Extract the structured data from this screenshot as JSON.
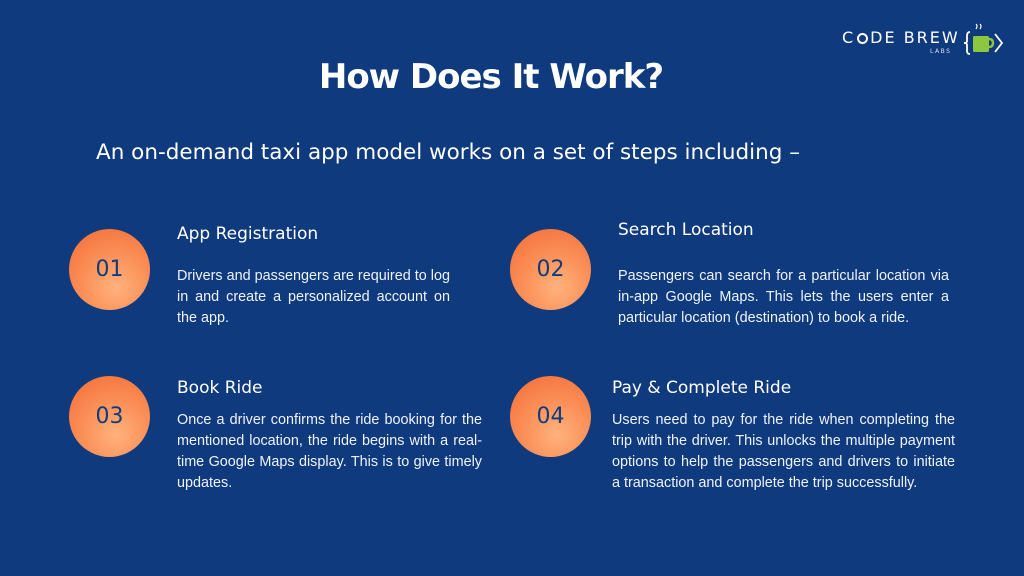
{
  "logo": {
    "brand_prefix": "C",
    "brand_rest": "DE BREW",
    "sub": "LABS"
  },
  "heading": "How Does It Work?",
  "subtitle": "An on-demand taxi app model works on a set of steps including –",
  "steps": [
    {
      "number": "01",
      "title": "App Registration",
      "description": "Drivers and passengers are required to log in and create a personalized account on the app."
    },
    {
      "number": "02",
      "title": "Search Location",
      "description": "Passengers can search for a particular location via in-app Google Maps. This lets the users enter a particular location (destination) to book a ride."
    },
    {
      "number": "03",
      "title": "Book Ride",
      "description": "Once a driver confirms the ride booking for the mentioned location, the ride begins with a real-time Google Maps display. This is to give timely updates."
    },
    {
      "number": "04",
      "title": "Pay & Complete Ride",
      "description": "Users need to pay for the ride when completing the trip with the driver. This unlocks the multiple payment options to help the passengers and drivers to initiate a transaction and complete the trip successfully."
    }
  ],
  "colors": {
    "background": "#0f3a7d",
    "circle_orange": "#f9834c",
    "number_text": "#123b7d",
    "logo_green": "#8dc63f"
  }
}
